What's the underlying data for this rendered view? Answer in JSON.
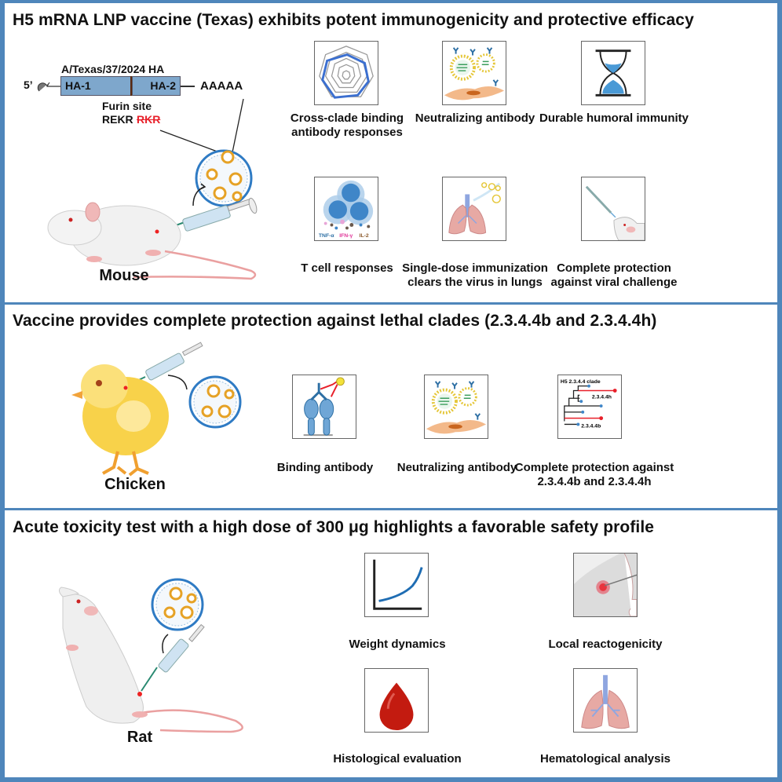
{
  "colors": {
    "border": "#4f86bb",
    "gene_fill": "#7ea7cc",
    "accent_blue": "#3b6fd0",
    "red": "#e8202a"
  },
  "sections": [
    {
      "title": "H5 mRNA LNP vaccine (Texas) exhibits potent immunogenicity and protective efficacy",
      "animal": "Mouse",
      "construct": {
        "title": "A/Texas/37/2024 HA",
        "five_prime": "5’",
        "segment1": "HA-1",
        "segment2": "HA-2",
        "poly_a": "AAAAA",
        "furin_label": "Furin site",
        "furin_kept": "REKR",
        "furin_removed": "RKR"
      },
      "panels": [
        {
          "icon": "radar-chart-icon",
          "caption": [
            "Cross-clade binding",
            "antibody responses"
          ]
        },
        {
          "icon": "neutralizing-virus-icon",
          "caption": [
            "Neutralizing antibody"
          ]
        },
        {
          "icon": "hourglass-icon",
          "caption": [
            "Durable humoral immunity"
          ]
        },
        {
          "icon": "t-cell-icon",
          "caption": [
            "T cell responses"
          ],
          "labels": [
            "TNF-α",
            "IFN-γ",
            "IL-2"
          ]
        },
        {
          "icon": "lungs-virus-icon",
          "caption": [
            "Single-dose immunization",
            "clears the virus in lungs"
          ]
        },
        {
          "icon": "mouse-challenge-icon",
          "caption": [
            "Complete protection",
            "against viral challenge"
          ]
        }
      ]
    },
    {
      "title": "Vaccine provides complete protection against lethal clades (2.3.4.4b and 2.3.4.4h)",
      "animal": "Chicken",
      "panels": [
        {
          "icon": "binding-antibody-icon",
          "caption": [
            "Binding antibody"
          ]
        },
        {
          "icon": "neutralizing-virus-icon",
          "caption": [
            "Neutralizing antibody"
          ]
        },
        {
          "icon": "phylogenetic-tree-icon",
          "caption": [
            "Complete protection against",
            "2.3.4.4b and 2.3.4.4h"
          ],
          "tree_title": "H5 2.3.4.4 clade",
          "tree_labels": [
            "2.3.4.4h",
            "2.3.4.4b"
          ]
        }
      ]
    },
    {
      "title": "Acute toxicity test with a high dose of 300 μg highlights a favorable safety profile",
      "animal": "Rat",
      "panels": [
        {
          "icon": "growth-curve-icon",
          "caption": [
            "Weight dynamics"
          ]
        },
        {
          "icon": "injection-site-icon",
          "caption": [
            "Local reactogenicity"
          ]
        },
        {
          "icon": "blood-drop-icon",
          "caption": [
            "Histological evaluation"
          ]
        },
        {
          "icon": "lungs-icon",
          "caption": [
            "Hematological analysis"
          ]
        }
      ]
    }
  ]
}
